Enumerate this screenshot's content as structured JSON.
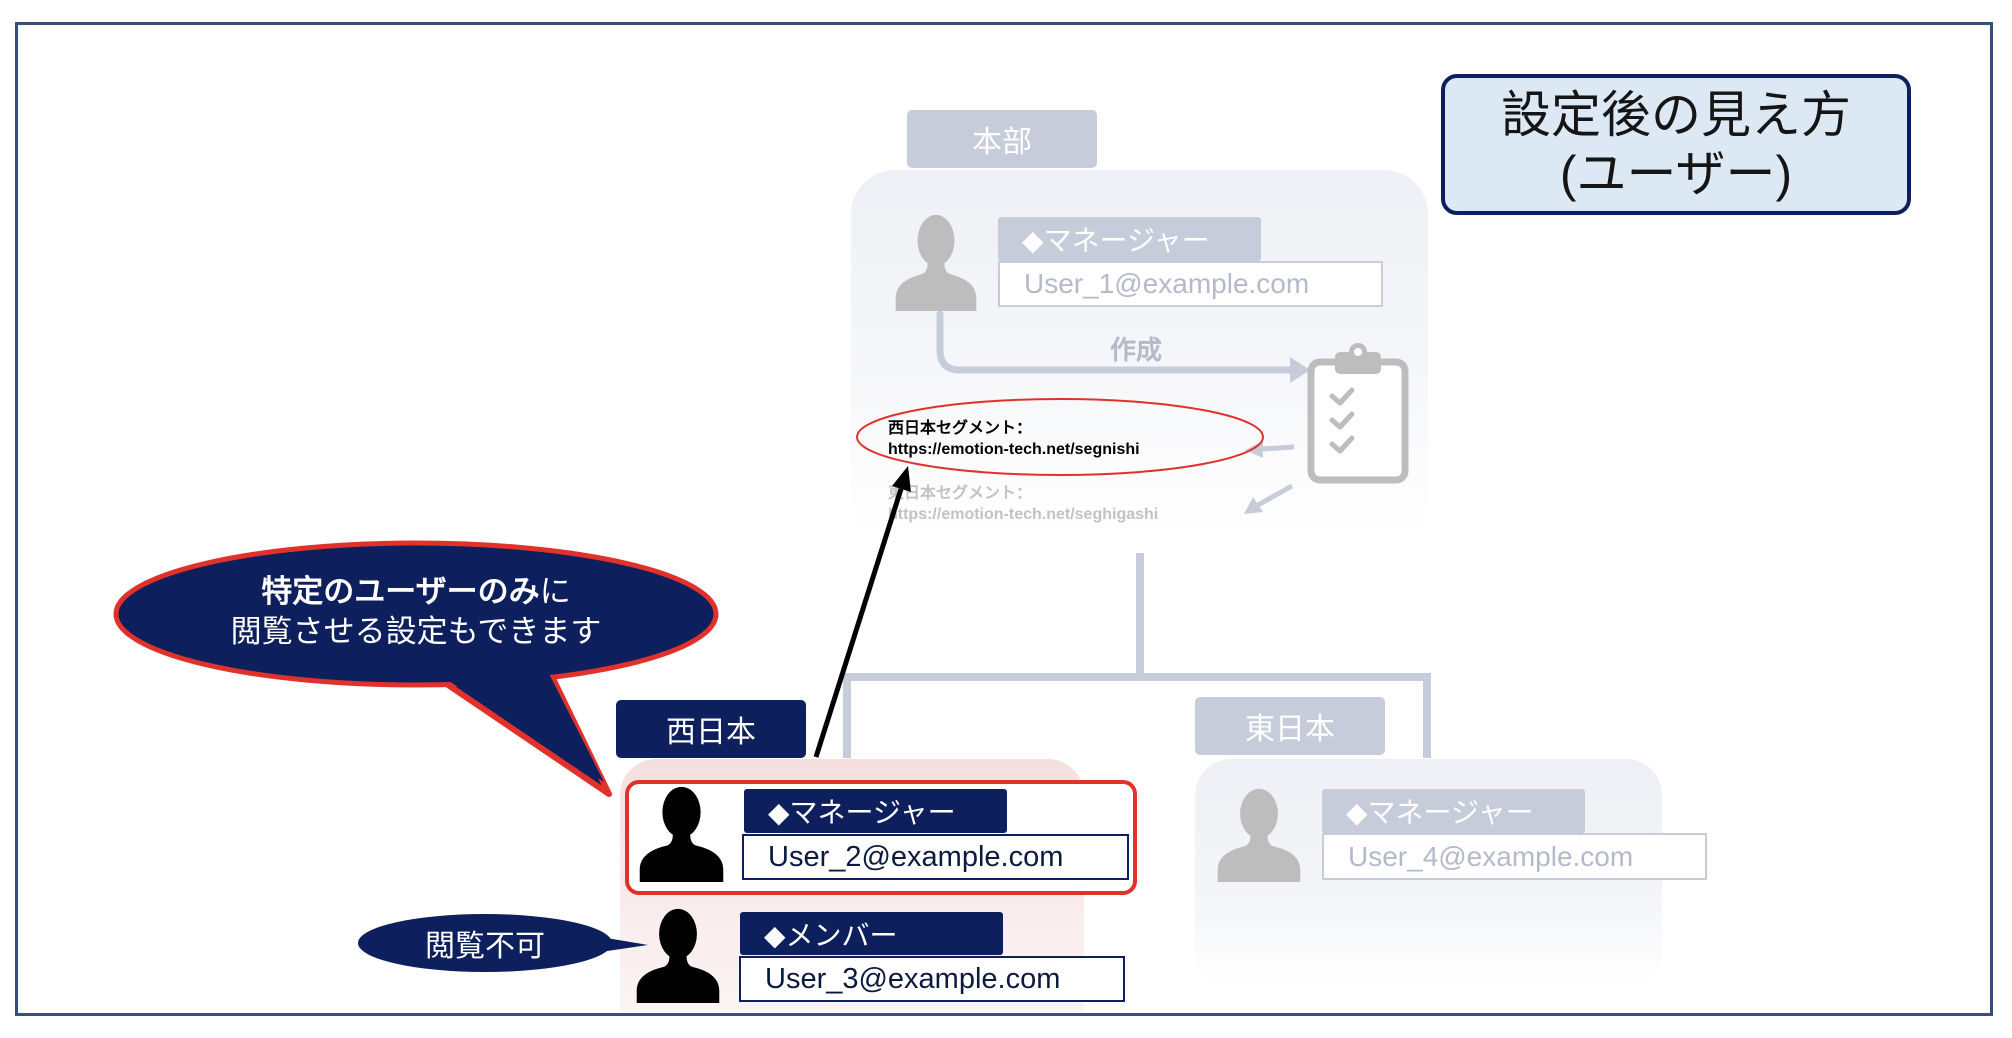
{
  "title": {
    "line1": "設定後の見え方",
    "line2": "(ユーザー)"
  },
  "hq": {
    "label": "本部",
    "manager": {
      "role": "◆マネージャー",
      "email": "User_1@example.com"
    },
    "action_label": "作成",
    "segments": [
      {
        "name": "西日本セグメント：",
        "url": "https://emotion-tech.net/segnishi"
      },
      {
        "name": "東日本セグメント：",
        "url": "https://emotion-tech.net/seghigashi"
      }
    ]
  },
  "west": {
    "label": "西日本",
    "manager": {
      "role": "◆マネージャー",
      "email": "User_2@example.com"
    },
    "member": {
      "role": "◆メンバー",
      "email": "User_3@example.com"
    }
  },
  "east": {
    "label": "東日本",
    "manager": {
      "role": "◆マネージャー",
      "email": "User_4@example.com"
    }
  },
  "callouts": {
    "visibility_note": {
      "bold": "特定のユーザーのみ",
      "normal": "に",
      "line2": "閲覧させる設定もできます"
    },
    "no_access": "閲覧不可"
  },
  "icons": {
    "user": "person-icon",
    "survey": "clipboard-icon"
  },
  "colors": {
    "navy": "#0d1f5c",
    "faded": "#c7ccdb",
    "faded_text": "#b5bac9",
    "highlight": "#e0322a",
    "title_bg": "#dce9f4"
  }
}
